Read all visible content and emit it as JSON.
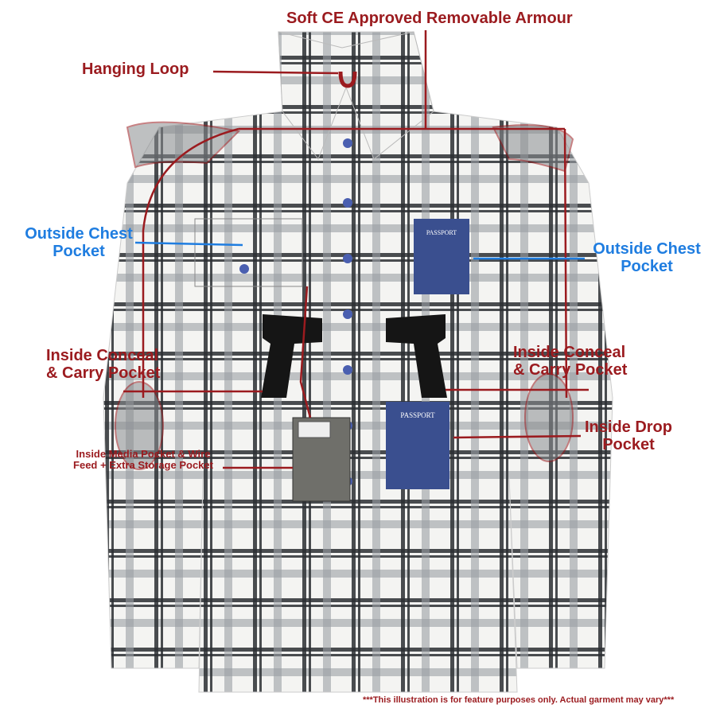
{
  "colors": {
    "callout_red": "#9b1b1f",
    "callout_blue": "#1f7de0",
    "plaid_dark": "#2b2f33",
    "plaid_grey": "#9a9ea3",
    "button": "#4a5fb0",
    "passport": "#3a4f8f"
  },
  "callouts": {
    "armour": "Soft CE Approved Removable Armour",
    "hanging_loop": "Hanging Loop",
    "chest_left_1": "Outside Chest",
    "chest_left_2": "Pocket",
    "chest_right_1": "Outside Chest",
    "chest_right_2": "Pocket",
    "conceal_left_1": "Inside Conceal",
    "conceal_left_2": "& Carry Pocket",
    "conceal_right_1": "Inside Conceal",
    "conceal_right_2": "& Carry Pocket",
    "drop_1": "Inside Drop",
    "drop_2": "Pocket",
    "media_1": "Inside Media Pocket & Wire",
    "media_2": "Feed + Extra Storage Pocket"
  },
  "passport_label": "PASSPORT",
  "disclaimer": "***This illustration is for feature purposes only.  Actual garment may vary***"
}
